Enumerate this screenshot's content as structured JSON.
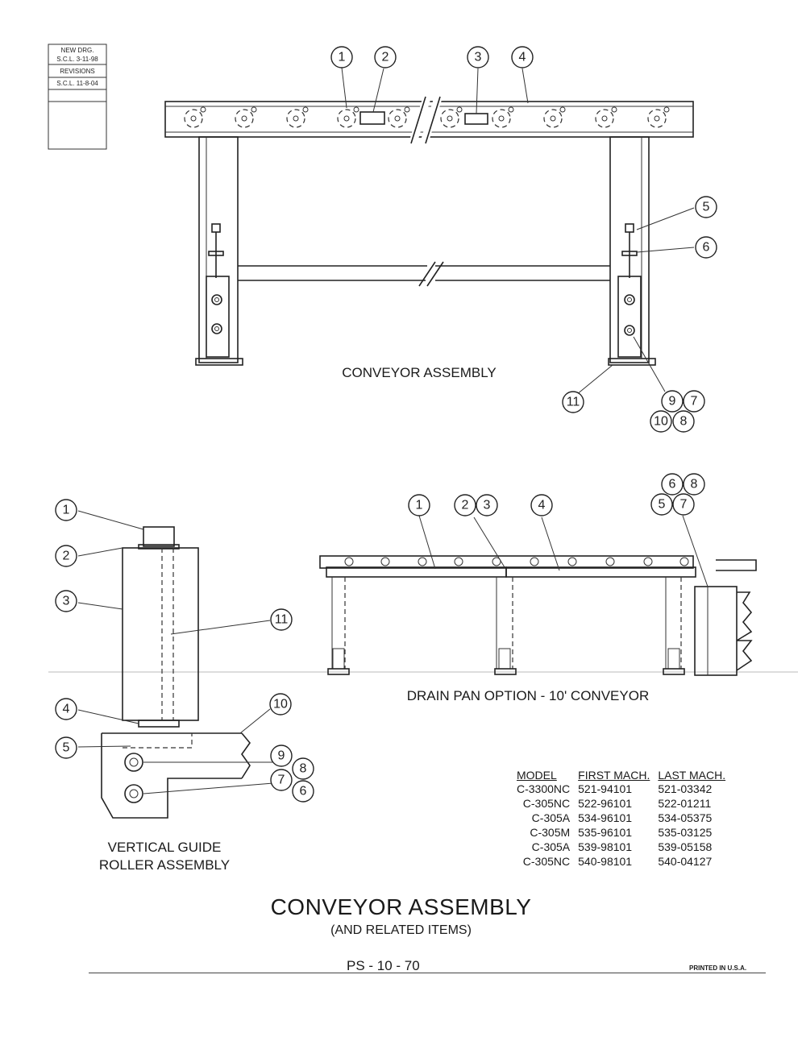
{
  "revision_box": {
    "rows": [
      "NEW DRG.",
      "S.C.L. 3-11-98",
      "REVISIONS",
      "S.C.L. 11-8-04"
    ]
  },
  "views": {
    "conveyor_assembly": {
      "label": "CONVEYOR ASSEMBLY",
      "callouts": [
        "1",
        "2",
        "3",
        "4",
        "5",
        "6",
        "11",
        "9",
        "7",
        "10",
        "8"
      ]
    },
    "vertical_guide": {
      "label_line1": "VERTICAL GUIDE",
      "label_line2": "ROLLER ASSEMBLY",
      "callouts": [
        "1",
        "2",
        "3",
        "11",
        "4",
        "10",
        "5",
        "9",
        "8",
        "7",
        "6"
      ]
    },
    "drain_pan": {
      "label": "DRAIN PAN OPTION - 10' CONVEYOR",
      "callouts": [
        "1",
        "2",
        "3",
        "4",
        "6",
        "8",
        "5",
        "7"
      ]
    }
  },
  "model_table": {
    "headers": [
      "MODEL",
      "FIRST MACH.",
      "LAST MACH."
    ],
    "rows": [
      [
        "C-3300NC",
        "521-94101",
        "521-03342"
      ],
      [
        "C-305NC",
        "522-96101",
        "522-01211"
      ],
      [
        "C-305A",
        "534-96101",
        "534-05375"
      ],
      [
        "C-305M",
        "535-96101",
        "535-03125"
      ],
      [
        "C-305A",
        "539-98101",
        "539-05158"
      ],
      [
        "C-305NC",
        "540-98101",
        "540-04127"
      ]
    ]
  },
  "title": {
    "main": "CONVEYOR ASSEMBLY",
    "sub": "(AND RELATED ITEMS)"
  },
  "footer": {
    "page_number": "PS - 10 - 70",
    "printed": "PRINTED IN U.S.A."
  }
}
